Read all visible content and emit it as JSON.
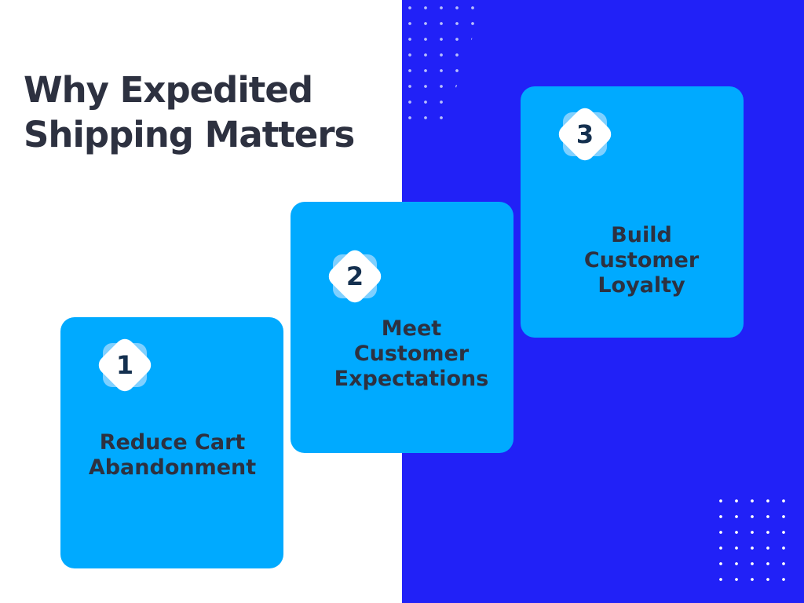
{
  "title": "Why Expedited Shipping Matters",
  "steps": [
    {
      "number": "1",
      "label": "Reduce Cart Abandonment"
    },
    {
      "number": "2",
      "label": "Meet Customer Expectations"
    },
    {
      "number": "3",
      "label": "Build Customer Loyalty"
    }
  ],
  "colors": {
    "panel": "#2121f7",
    "card": "#00aaff",
    "text": "#2d3140",
    "number": "#14304f"
  }
}
